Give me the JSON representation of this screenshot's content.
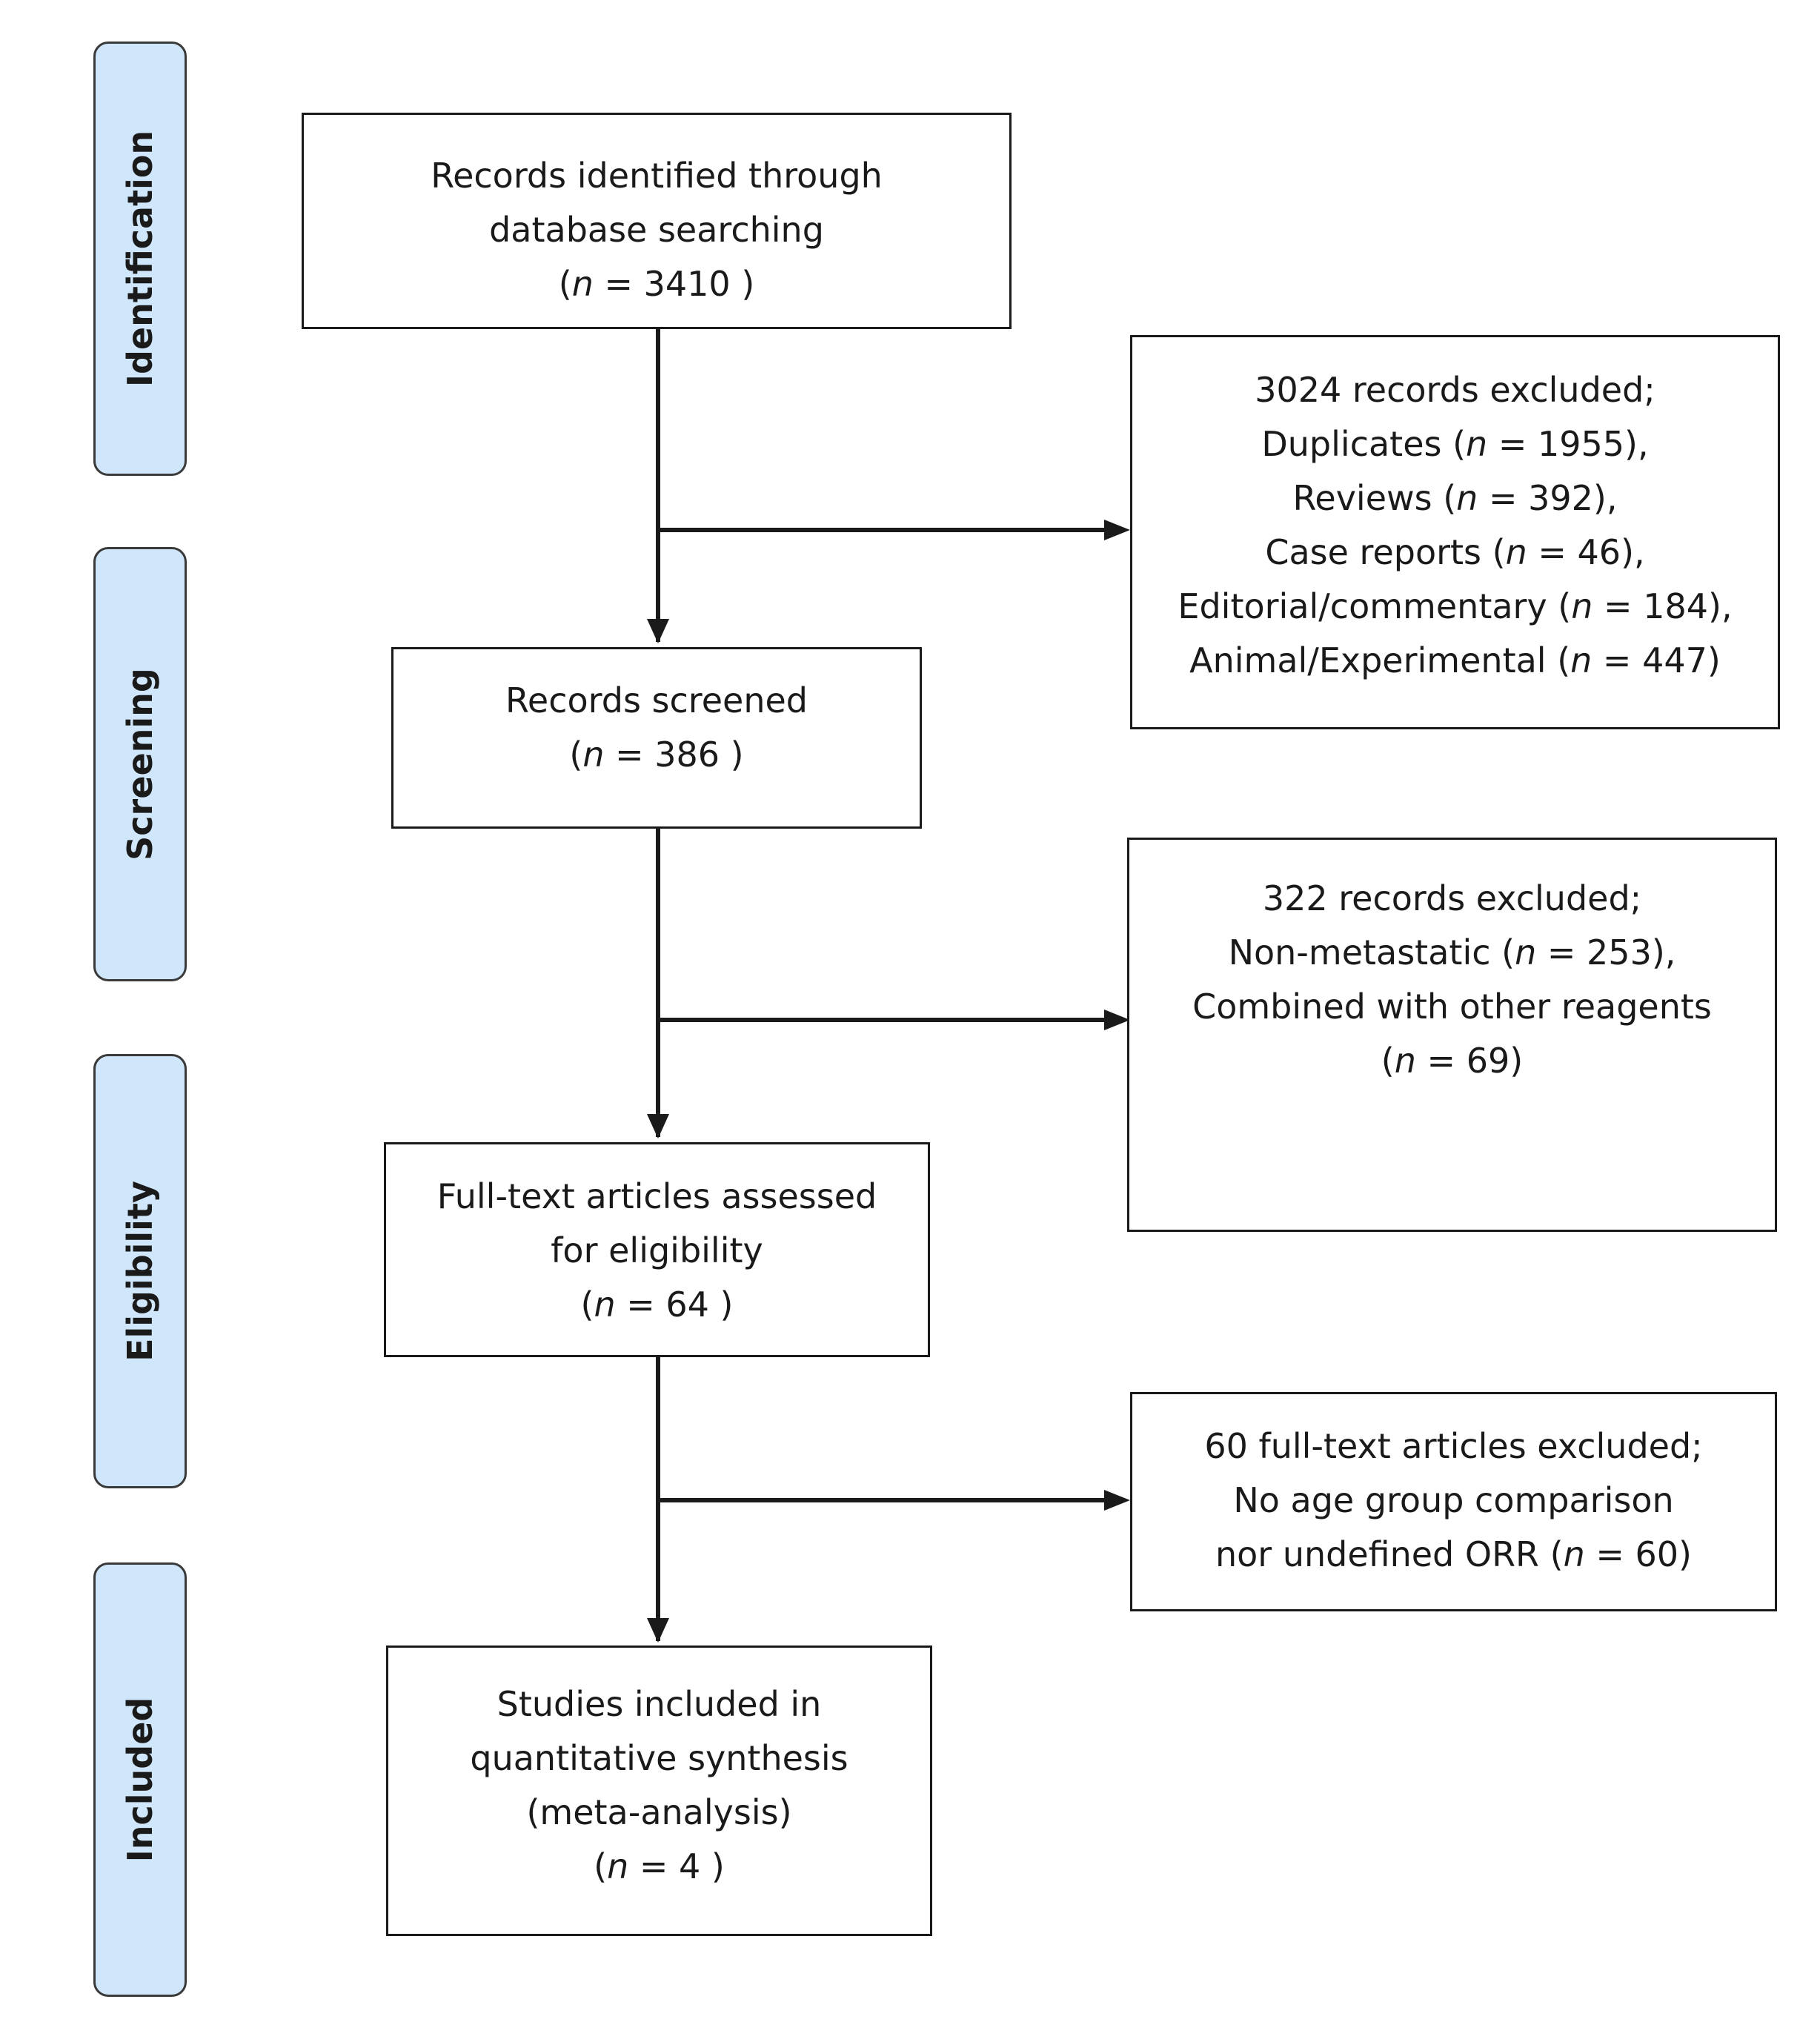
{
  "stages": {
    "identification": "Identification",
    "screening": "Screening",
    "eligibility": "Eligibility",
    "included": "Included"
  },
  "boxes": {
    "identified": {
      "line1": "Records identified through",
      "line2": "database searching",
      "line3_pre": "(",
      "n_symbol": "n",
      "line3_post": " = 3410 )"
    },
    "screened": {
      "line1": "Records screened",
      "line2_pre": "(",
      "n_symbol": "n",
      "line2_post": " = 386 )"
    },
    "full_text": {
      "line1": "Full-text articles assessed",
      "line2": "for eligibility",
      "line3_pre": "(",
      "n_symbol": "n",
      "line3_post": " = 64 )"
    },
    "included": {
      "line1": "Studies included in",
      "line2": "quantitative synthesis",
      "line3": "(meta-analysis)",
      "line4_pre": "(",
      "n_symbol": "n",
      "line4_post": " = 4  )"
    }
  },
  "exclusions": {
    "first": {
      "header": "3024 records excluded;",
      "items": [
        {
          "pre": "Duplicates (",
          "n": "n",
          "post": " = 1955),"
        },
        {
          "pre": "Reviews (",
          "n": "n",
          "post": " = 392),"
        },
        {
          "pre": "Case reports (",
          "n": "n",
          "post": " = 46),"
        },
        {
          "pre": "Editorial/commentary (",
          "n": "n",
          "post": " = 184),"
        },
        {
          "pre": "Animal/Experimental (",
          "n": "n",
          "post": " = 447)"
        }
      ]
    },
    "second": {
      "header": "322 records excluded;",
      "line2_pre": "Non-metastatic (",
      "line2_n": "n",
      "line2_post": " = 253),",
      "line3": "Combined with other reagents",
      "line4_pre": "(",
      "line4_n": "n",
      "line4_post": " = 69)"
    },
    "third": {
      "header": "60 full-text articles excluded;",
      "line2": "No age group comparison",
      "line3_pre": "nor undefined ORR (",
      "line3_n": "n",
      "line3_post": " = 60)"
    }
  },
  "colors": {
    "stage_fill": "#cfe6fb",
    "stroke": "#1a1a1a"
  }
}
